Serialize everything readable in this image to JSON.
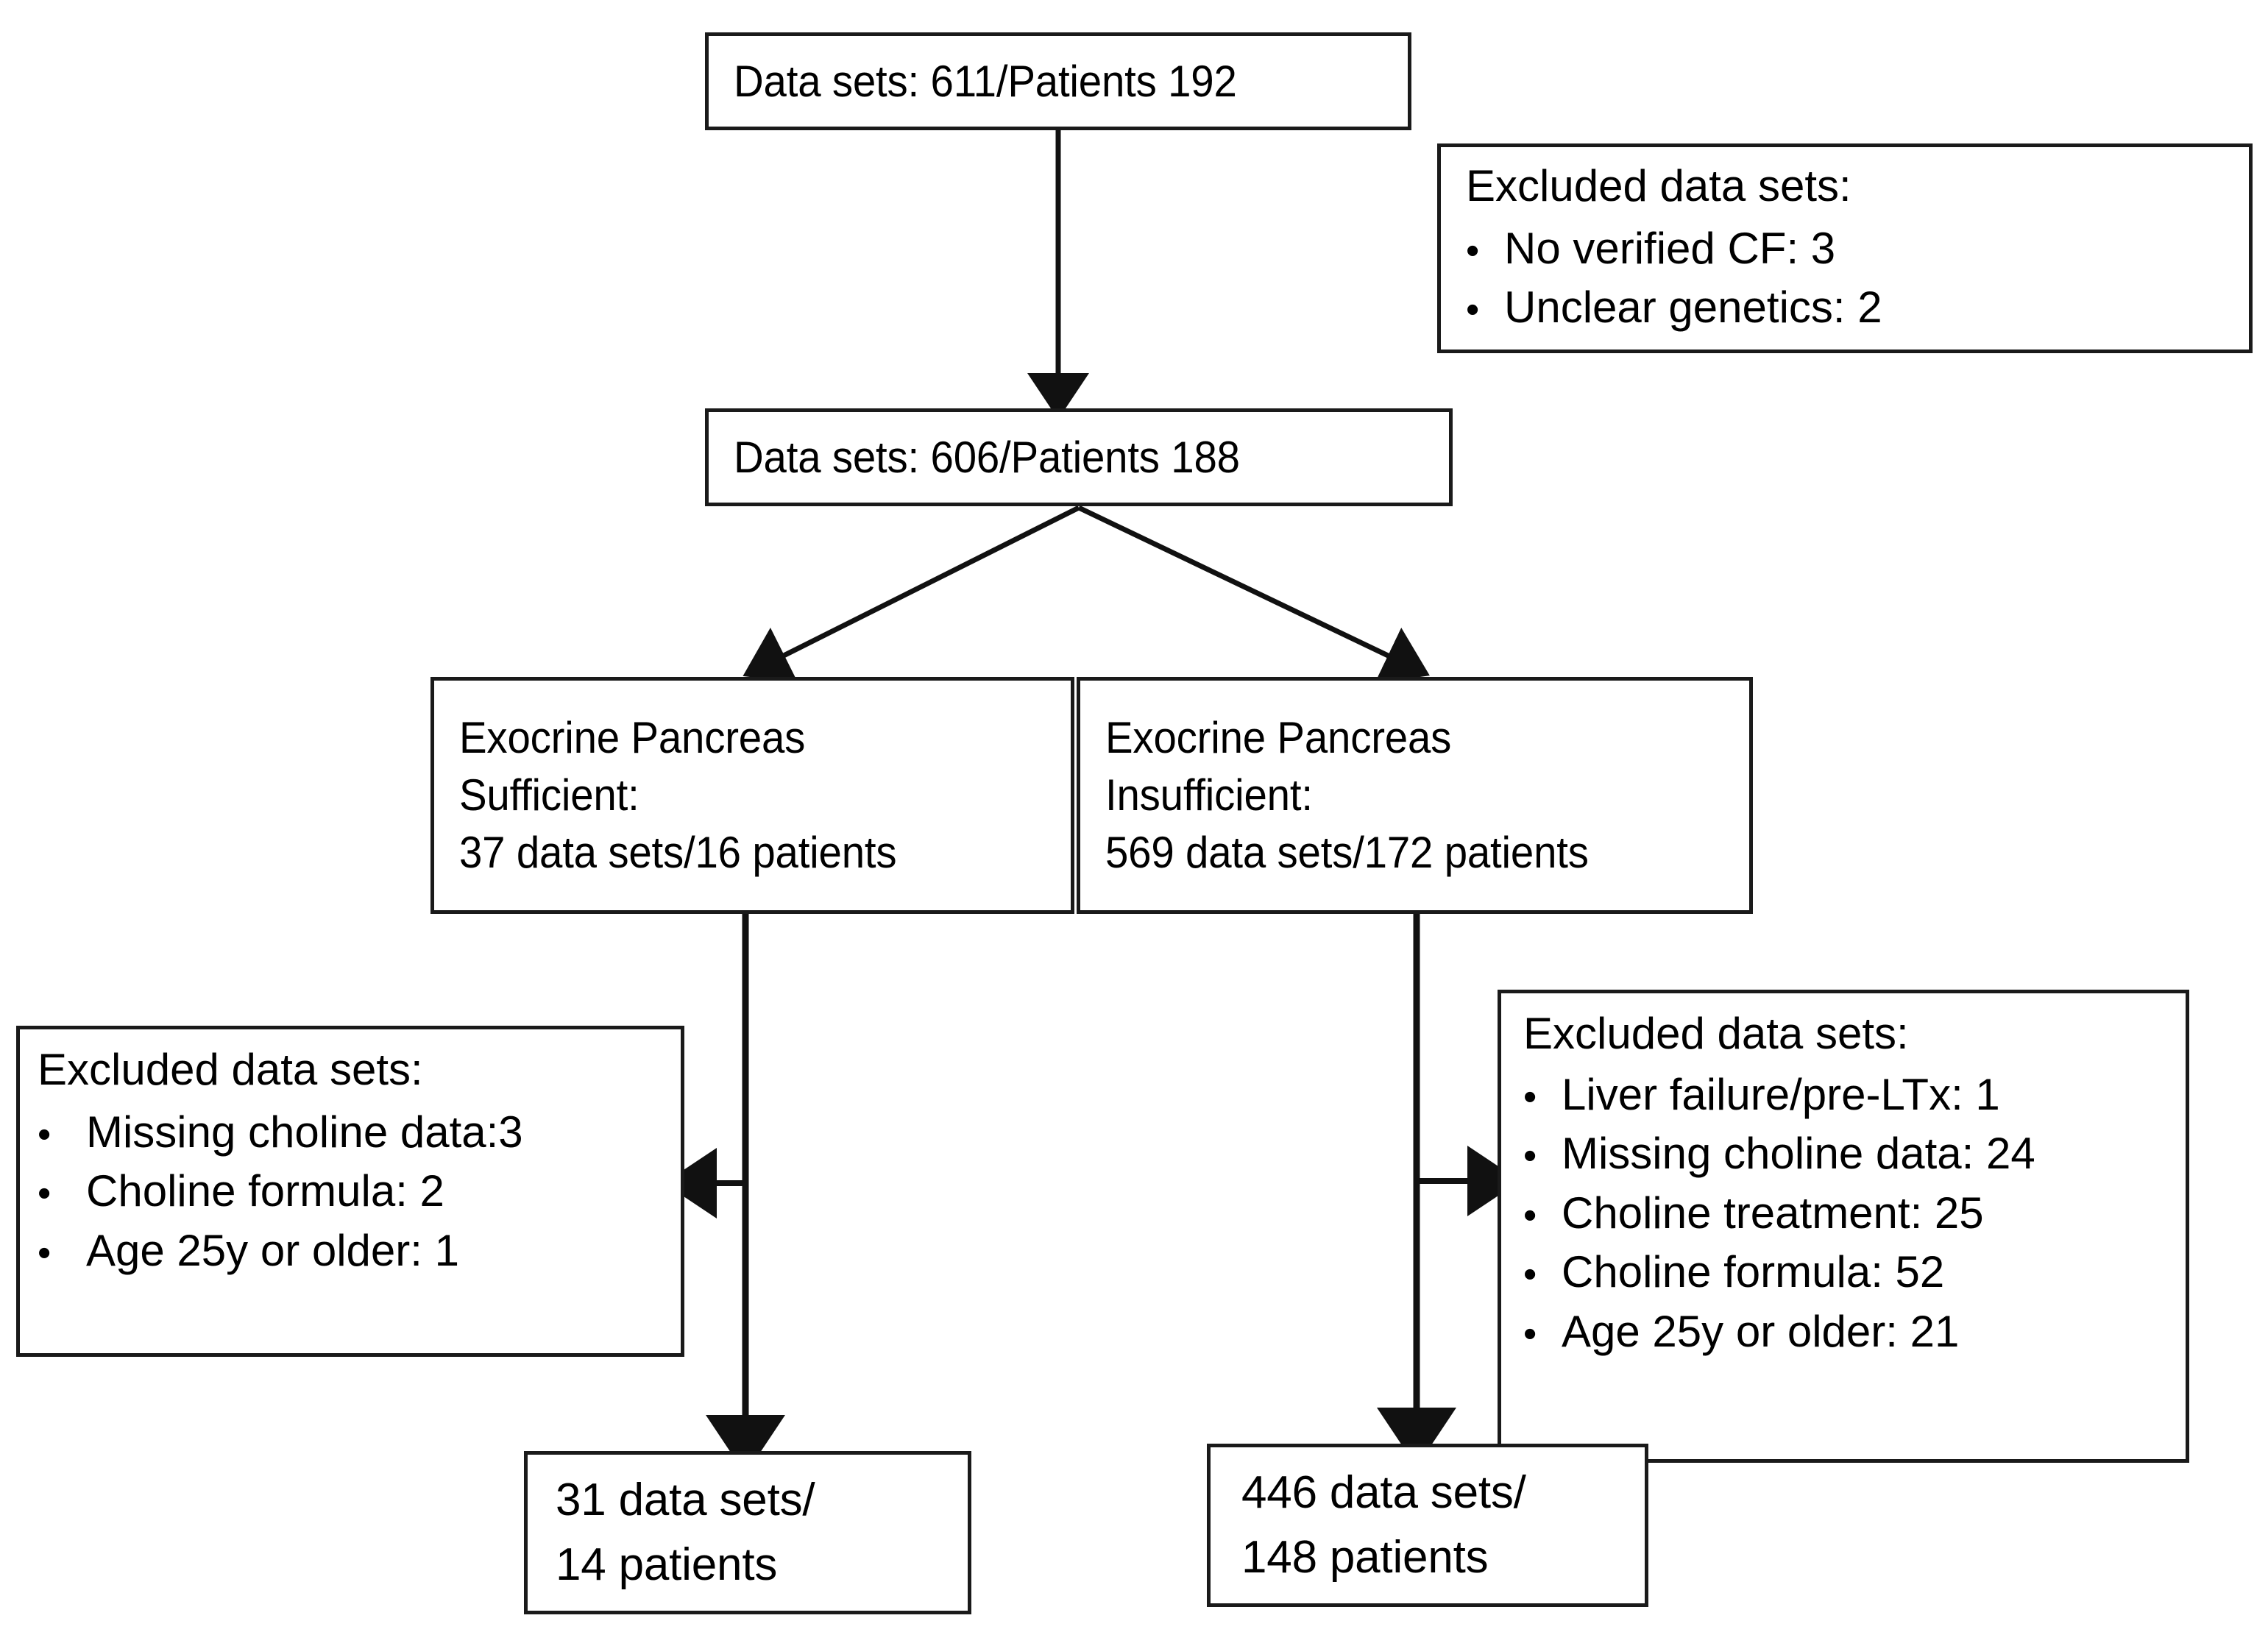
{
  "diagram": {
    "title": "CF patient data set selection flowchart",
    "line_color": "#1a1a1a",
    "box_fill": "#ffffff"
  },
  "nodes": {
    "total": {
      "lines": [
        "Data sets: 611/Patients 192"
      ]
    },
    "excluded_top": {
      "title": "Excluded data sets:",
      "bullets": [
        "No verified CF: 3",
        "Unclear genetics: 2"
      ],
      "bullet_glyph": "•"
    },
    "eligible": {
      "lines": [
        "Data sets: 606/Patients 188"
      ]
    },
    "exocrine_pancreas_sufficient": {
      "lines": [
        "Exocrine Pancreas",
        "Sufficient:",
        "37 data sets/16 patients"
      ]
    },
    "exocrine_pancreas_insufficient": {
      "lines": [
        "Exocrine Pancreas",
        "Insufficient:",
        "569 data sets/172 patients"
      ]
    },
    "excluded_left": {
      "title": "Excluded data sets:",
      "bullets": [
        "Missing choline data:3",
        "Choline formula: 2",
        "Age 25y or older: 1"
      ],
      "bullet_glyph": "•"
    },
    "excluded_right": {
      "title": "Excluded data sets:",
      "bullets": [
        "Liver failure/pre-LTx: 1",
        "Missing choline data: 24",
        "Choline treatment: 25",
        "Choline formula: 52",
        "Age 25y or older: 21"
      ],
      "bullet_glyph": "•"
    },
    "result_left": {
      "lines": [
        "31 data sets/",
        "14 patients"
      ]
    },
    "result_right": {
      "lines": [
        "446 data sets/",
        "148 patients"
      ]
    }
  },
  "chart_data": {
    "type": "diagram",
    "diagram_kind": "flowchart",
    "title": "Study data set selection flow",
    "flow": [
      {
        "id": "total",
        "label": "Data sets: 611/Patients 192",
        "data_sets": 611,
        "patients": 192
      },
      {
        "id": "excluded_top",
        "label": "Excluded data sets:",
        "items": [
          {
            "reason": "No verified CF",
            "count": 3
          },
          {
            "reason": "Unclear genetics",
            "count": 2
          }
        ]
      },
      {
        "id": "eligible",
        "label": "Data sets: 606/Patients 188",
        "data_sets": 606,
        "patients": 188
      },
      {
        "id": "eps",
        "label": "Exocrine Pancreas Sufficient:",
        "data_sets": 37,
        "patients": 16
      },
      {
        "id": "epi",
        "label": "Exocrine Pancreas Insufficient:",
        "data_sets": 569,
        "patients": 172
      },
      {
        "id": "excluded_left",
        "label": "Excluded data sets:",
        "items": [
          {
            "reason": "Missing choline data",
            "count": 3
          },
          {
            "reason": "Choline formula",
            "count": 2
          },
          {
            "reason": "Age 25y or older",
            "count": 1
          }
        ]
      },
      {
        "id": "excluded_right",
        "label": "Excluded data sets:",
        "items": [
          {
            "reason": "Liver failure/pre-LTx",
            "count": 1
          },
          {
            "reason": "Missing choline data",
            "count": 24
          },
          {
            "reason": "Choline treatment",
            "count": 25
          },
          {
            "reason": "Choline formula",
            "count": 52
          },
          {
            "reason": "Age 25y or older",
            "count": 21
          }
        ]
      },
      {
        "id": "result_left",
        "label": "31 data sets/14 patients",
        "data_sets": 31,
        "patients": 14
      },
      {
        "id": "result_right",
        "label": "446 data sets/148 patients",
        "data_sets": 446,
        "patients": 148
      }
    ],
    "edges": [
      {
        "from": "total",
        "to": "eligible",
        "style": "arrow-down"
      },
      {
        "from": "eligible",
        "to": "eps",
        "style": "arrow-diagonal-left"
      },
      {
        "from": "eligible",
        "to": "epi",
        "style": "arrow-diagonal-right"
      },
      {
        "from": "eps",
        "to": "excluded_left",
        "style": "arrow-left"
      },
      {
        "from": "eps",
        "to": "result_left",
        "style": "arrow-down"
      },
      {
        "from": "epi",
        "to": "excluded_right",
        "style": "arrow-right"
      },
      {
        "from": "epi",
        "to": "result_right",
        "style": "arrow-down"
      }
    ]
  }
}
